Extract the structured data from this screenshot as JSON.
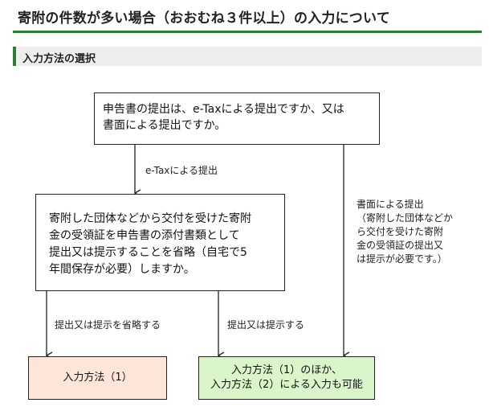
{
  "header": {
    "title": "寄附の件数が多い場合（おおむね３件以上）の入力について"
  },
  "section": {
    "heading": "入力方法の選択"
  },
  "flow": {
    "question_1": {
      "line1": "申告書の提出は、e-Taxによる提出ですか、又は",
      "line2": "書面による提出ですか。"
    },
    "label_etax": "e-Taxによる提出",
    "question_2": {
      "line1": "寄附した団体などから交付を受けた寄附",
      "line2": "金の受領証を申告書の添付書類として",
      "line3": "提出又は提示することを省略（自宅で5",
      "line4": "年間保存が必要）しますか。"
    },
    "label_paper": {
      "line1": "書面による提出",
      "line2": "（寄附した団体などか",
      "line3": "ら交付を受けた寄附",
      "line4": "金の受領証の提出又",
      "line5": "は提示が必要です。）"
    },
    "label_omit": "提出又は提示を省略する",
    "label_submit": "提出又は提示する",
    "result_1": "入力方法（1）",
    "result_2": {
      "line1": "入力方法（1）のほか、",
      "line2": "入力方法（2）による入力も可能"
    }
  },
  "colors": {
    "accent": "#2e7d32",
    "result_1_fill": "#fde5d9",
    "result_2_fill": "#d9f5c9"
  }
}
